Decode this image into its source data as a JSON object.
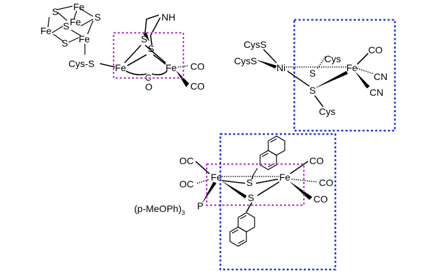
{
  "colors": {
    "magenta_box": "#c03bd6",
    "blue_box": "#1f33d6"
  },
  "labels": {
    "fe": "Fe",
    "s": "S",
    "ni": "Ni",
    "nh": "NH",
    "co": "CO",
    "oc": "OC",
    "c": "C",
    "o": "O",
    "cn": "CN",
    "cys": "Cys",
    "cyss": "CysS",
    "cys_s": "Cys-S",
    "p": "P",
    "phosphine_prefix": "(p-MeOPh)",
    "phosphine_sub": "3"
  }
}
